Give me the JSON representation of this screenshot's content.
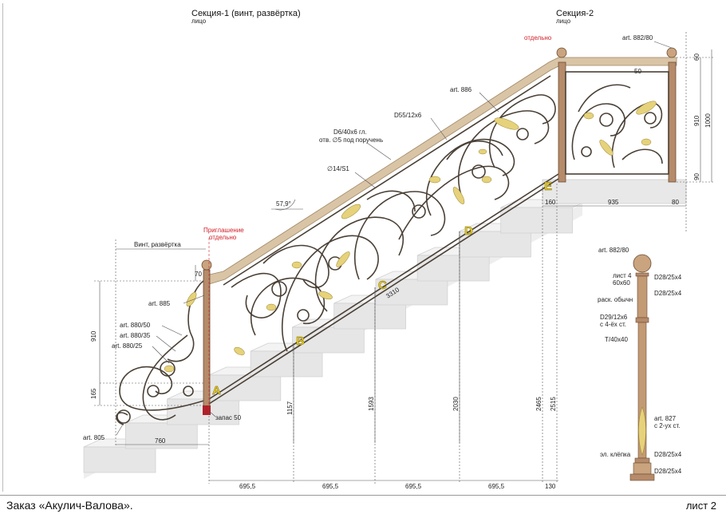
{
  "colors": {
    "rail": "#d9c4a6",
    "railEdge": "#a08866",
    "iron": "#4a4036",
    "leaf": "#e6d27a",
    "stair": "#e4e4e4",
    "stairEdge": "#c8c8c8",
    "dim": "#555555",
    "accent": "#d0202a",
    "point": "#e8cc22"
  },
  "headings": {
    "section1": "Секция-1 (винт, развёртка)",
    "section1_sub": "лицо",
    "section2": "Секция-2",
    "section2_sub": "лицо"
  },
  "callouts": {
    "otdelno_top": "отдельно",
    "art_882_80_top": "art. 882/80",
    "art_886": "art. 886",
    "d55": "D55/12x6",
    "d6_line1": "D6/40x6 гл.",
    "d6_line2": "отв. ∅5 под поручень",
    "d14": "∅14/S1",
    "angle": "57,9°",
    "invitation_1": "Приглашение",
    "invitation_2": "отдельно",
    "vint": "Винт, развёртка",
    "art_885": "art. 885",
    "art_880_50": "art. 880/50",
    "art_880_35": "art. 880/35",
    "art_880_25": "art. 880/25",
    "art_805": "art. 805",
    "zapas": "запас 50",
    "diag_3310": "3310"
  },
  "points": {
    "A": "A",
    "B": "B",
    "C": "C",
    "D": "D",
    "E": "E"
  },
  "dims": {
    "v70": "70",
    "v910": "910",
    "v165": "165",
    "v760": "760",
    "h1157": "1157",
    "h1593": "1593",
    "h2030": "2030",
    "h2465": "2465",
    "h2515": "2515",
    "b695_1": "695,5",
    "b695_2": "695,5",
    "b695_3": "695,5",
    "b695_4": "695,5",
    "b130": "130",
    "s2_160": "160",
    "s2_935": "935",
    "s2_80": "80",
    "s2_60": "60",
    "s2_910": "910",
    "s2_1000": "1000",
    "s2_50": "50",
    "s2_90": "90"
  },
  "post_detail": {
    "art_882_80": "art. 882/80",
    "list4_1": "лист 4",
    "list4_2": "60x60",
    "d28_1": "D28/25x4",
    "rask": "раск. обычн",
    "d28_2": "D28/25x4",
    "d29_1": "D29/12x6",
    "d29_2": "с 4-ёх ст.",
    "t40": "Т/40x40",
    "art_827_1": "art. 827",
    "art_827_2": "с 2-ух ст.",
    "el_klepka": "эл. клёпка",
    "d28_3": "D28/25x4",
    "d28_4": "D28/25x4"
  },
  "footer": {
    "order": "Заказ «Акулич-Валова».",
    "sheet": "лист 2"
  }
}
